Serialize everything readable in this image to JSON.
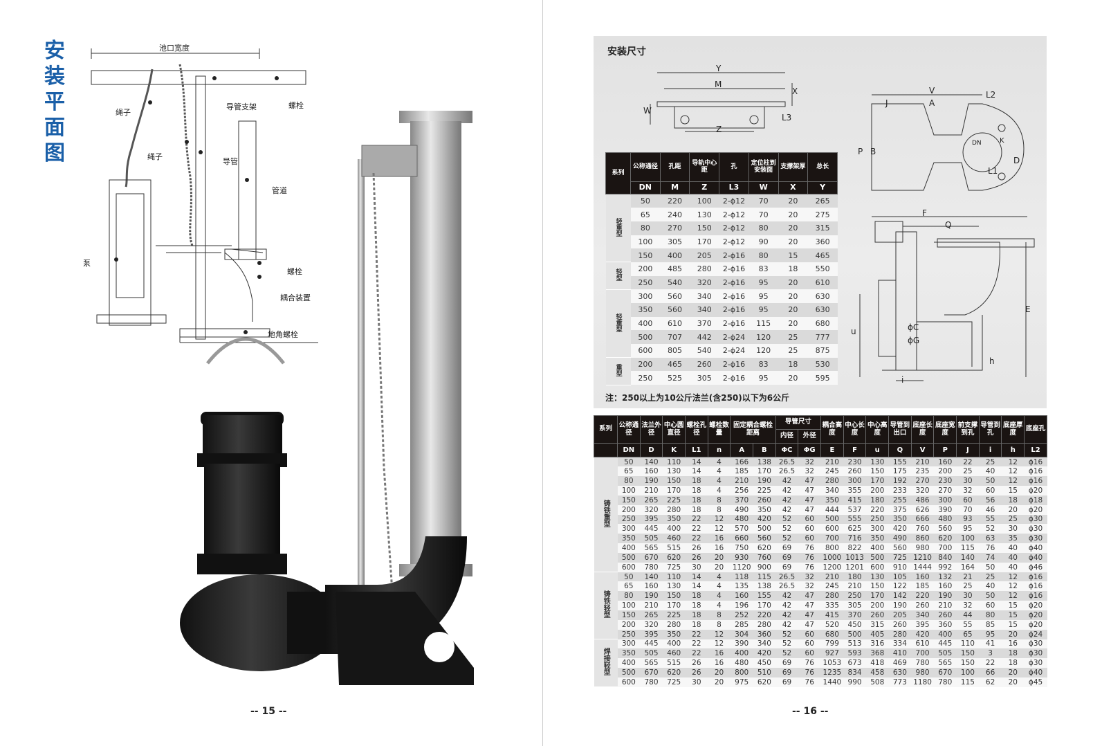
{
  "left_page": {
    "title": "安装平面图",
    "labels": {
      "pool_width": "池口宽度",
      "rope1": "绳子",
      "rope2": "绳子",
      "guide_bracket": "导管支架",
      "bolt_top": "螺栓",
      "guide_pipe": "导管",
      "pipeline": "管道",
      "pump": "泵",
      "bolt_mid": "螺栓",
      "coupling": "耦合装置",
      "anchor_bolt": "地角螺栓"
    },
    "page_number": "-- 15 --"
  },
  "right_page": {
    "panel_title": "安装尺寸",
    "dim_labels": {
      "Y": "Y",
      "M": "M",
      "X": "X",
      "W": "W",
      "Z": "Z",
      "L3": "L3",
      "V": "V",
      "J": "J",
      "A": "A",
      "L2": "L2",
      "P": "P",
      "B": "B",
      "DN": "DN",
      "K": "K",
      "D": "D",
      "L1": "L1",
      "F": "F",
      "Q": "Q",
      "E": "E",
      "u": "u",
      "C": "ϕC",
      "G": "ϕG",
      "h": "h",
      "i": "i"
    },
    "note": "注：250以上为10公斤法兰(含250)以下为6公斤",
    "page_number": "-- 16 --"
  },
  "table1": {
    "headers": [
      "系列",
      "公称通径",
      "孔距",
      "导轨中心距",
      "孔",
      "定位柱到安装面",
      "支撑架厚",
      "总长"
    ],
    "codes": [
      "DN",
      "M",
      "Z",
      "L3",
      "W",
      "X",
      "Y"
    ],
    "groups": [
      {
        "name": "轻重型",
        "rows": 5
      },
      {
        "name": "轻型",
        "rows": 2
      },
      {
        "name": "轻重型",
        "rows": 5
      },
      {
        "name": "重型",
        "rows": 2
      }
    ],
    "rows": [
      [
        "50",
        "220",
        "100",
        "2-ϕ12",
        "70",
        "20",
        "265"
      ],
      [
        "65",
        "240",
        "130",
        "2-ϕ12",
        "70",
        "20",
        "275"
      ],
      [
        "80",
        "270",
        "150",
        "2-ϕ12",
        "80",
        "20",
        "315"
      ],
      [
        "100",
        "305",
        "170",
        "2-ϕ12",
        "90",
        "20",
        "360"
      ],
      [
        "150",
        "400",
        "205",
        "2-ϕ16",
        "80",
        "15",
        "465"
      ],
      [
        "200",
        "485",
        "280",
        "2-ϕ16",
        "83",
        "18",
        "550"
      ],
      [
        "250",
        "540",
        "320",
        "2-ϕ16",
        "95",
        "20",
        "610"
      ],
      [
        "300",
        "560",
        "340",
        "2-ϕ16",
        "95",
        "20",
        "630"
      ],
      [
        "350",
        "560",
        "340",
        "2-ϕ16",
        "95",
        "20",
        "630"
      ],
      [
        "400",
        "610",
        "370",
        "2-ϕ16",
        "115",
        "20",
        "680"
      ],
      [
        "500",
        "707",
        "442",
        "2-ϕ24",
        "120",
        "25",
        "777"
      ],
      [
        "600",
        "805",
        "540",
        "2-ϕ24",
        "120",
        "25",
        "875"
      ],
      [
        "200",
        "465",
        "260",
        "2-ϕ16",
        "83",
        "18",
        "530"
      ],
      [
        "250",
        "525",
        "305",
        "2-ϕ16",
        "95",
        "20",
        "595"
      ]
    ]
  },
  "table2": {
    "series_header": "系列",
    "headers": [
      "公称通径",
      "法兰外径",
      "中心圆直径",
      "螺栓孔径",
      "螺栓数量",
      "固定耦合螺栓距离",
      "导管尺寸",
      "耦合高度",
      "中心长度",
      "中心高度",
      "导管到出口",
      "底座长度",
      "底座宽度",
      "前支撑到孔",
      "导管到孔",
      "底座厚度",
      "底座孔"
    ],
    "subheaders": [
      "内径",
      "外径"
    ],
    "codes": [
      "DN",
      "D",
      "K",
      "L1",
      "n",
      "A",
      "B",
      "ΦC",
      "ΦG",
      "E",
      "F",
      "u",
      "Q",
      "V",
      "P",
      "J",
      "i",
      "h",
      "L2"
    ],
    "groups": [
      {
        "name": "铸铁重型",
        "rows": 12
      },
      {
        "name": "铸铁轻型",
        "rows": 7
      },
      {
        "name": "焊接轻型",
        "rows": 5
      }
    ],
    "rows": [
      [
        "50",
        "140",
        "110",
        "14",
        "4",
        "166",
        "138",
        "26.5",
        "32",
        "210",
        "230",
        "130",
        "155",
        "210",
        "160",
        "22",
        "25",
        "12",
        "ϕ16"
      ],
      [
        "65",
        "160",
        "130",
        "14",
        "4",
        "185",
        "170",
        "26.5",
        "32",
        "245",
        "260",
        "150",
        "175",
        "235",
        "200",
        "25",
        "40",
        "12",
        "ϕ16"
      ],
      [
        "80",
        "190",
        "150",
        "18",
        "4",
        "210",
        "190",
        "42",
        "47",
        "280",
        "300",
        "170",
        "192",
        "270",
        "230",
        "30",
        "50",
        "12",
        "ϕ16"
      ],
      [
        "100",
        "210",
        "170",
        "18",
        "4",
        "256",
        "225",
        "42",
        "47",
        "340",
        "355",
        "200",
        "233",
        "320",
        "270",
        "32",
        "60",
        "15",
        "ϕ20"
      ],
      [
        "150",
        "265",
        "225",
        "18",
        "8",
        "370",
        "260",
        "42",
        "47",
        "350",
        "415",
        "180",
        "255",
        "486",
        "300",
        "60",
        "56",
        "18",
        "ϕ18"
      ],
      [
        "200",
        "320",
        "280",
        "18",
        "8",
        "490",
        "350",
        "42",
        "47",
        "444",
        "537",
        "220",
        "375",
        "626",
        "390",
        "70",
        "46",
        "20",
        "ϕ20"
      ],
      [
        "250",
        "395",
        "350",
        "22",
        "12",
        "480",
        "420",
        "52",
        "60",
        "500",
        "555",
        "250",
        "350",
        "666",
        "480",
        "93",
        "55",
        "25",
        "ϕ30"
      ],
      [
        "300",
        "445",
        "400",
        "22",
        "12",
        "570",
        "500",
        "52",
        "60",
        "600",
        "625",
        "300",
        "420",
        "760",
        "560",
        "95",
        "52",
        "30",
        "ϕ30"
      ],
      [
        "350",
        "505",
        "460",
        "22",
        "16",
        "660",
        "560",
        "52",
        "60",
        "700",
        "716",
        "350",
        "490",
        "860",
        "620",
        "100",
        "63",
        "35",
        "ϕ30"
      ],
      [
        "400",
        "565",
        "515",
        "26",
        "16",
        "750",
        "620",
        "69",
        "76",
        "800",
        "822",
        "400",
        "560",
        "980",
        "700",
        "115",
        "76",
        "40",
        "ϕ40"
      ],
      [
        "500",
        "670",
        "620",
        "26",
        "20",
        "930",
        "760",
        "69",
        "76",
        "1000",
        "1013",
        "500",
        "725",
        "1210",
        "840",
        "140",
        "74",
        "40",
        "ϕ40"
      ],
      [
        "600",
        "780",
        "725",
        "30",
        "20",
        "1120",
        "900",
        "69",
        "76",
        "1200",
        "1201",
        "600",
        "910",
        "1444",
        "992",
        "164",
        "50",
        "40",
        "ϕ46"
      ],
      [
        "50",
        "140",
        "110",
        "14",
        "4",
        "118",
        "115",
        "26.5",
        "32",
        "210",
        "180",
        "130",
        "105",
        "160",
        "132",
        "21",
        "25",
        "12",
        "ϕ16"
      ],
      [
        "65",
        "160",
        "130",
        "14",
        "4",
        "135",
        "138",
        "26.5",
        "32",
        "245",
        "210",
        "150",
        "122",
        "185",
        "160",
        "25",
        "40",
        "12",
        "ϕ16"
      ],
      [
        "80",
        "190",
        "150",
        "18",
        "4",
        "160",
        "155",
        "42",
        "47",
        "280",
        "250",
        "170",
        "142",
        "220",
        "190",
        "30",
        "50",
        "12",
        "ϕ16"
      ],
      [
        "100",
        "210",
        "170",
        "18",
        "4",
        "196",
        "170",
        "42",
        "47",
        "335",
        "305",
        "200",
        "190",
        "260",
        "210",
        "32",
        "60",
        "15",
        "ϕ20"
      ],
      [
        "150",
        "265",
        "225",
        "18",
        "8",
        "252",
        "220",
        "42",
        "47",
        "415",
        "370",
        "260",
        "205",
        "340",
        "260",
        "44",
        "80",
        "15",
        "ϕ20"
      ],
      [
        "200",
        "320",
        "280",
        "18",
        "8",
        "285",
        "280",
        "42",
        "47",
        "520",
        "450",
        "315",
        "260",
        "395",
        "360",
        "55",
        "85",
        "15",
        "ϕ20"
      ],
      [
        "250",
        "395",
        "350",
        "22",
        "12",
        "304",
        "360",
        "52",
        "60",
        "680",
        "500",
        "405",
        "280",
        "420",
        "400",
        "65",
        "95",
        "20",
        "ϕ24"
      ],
      [
        "300",
        "445",
        "400",
        "22",
        "12",
        "390",
        "340",
        "52",
        "60",
        "799",
        "513",
        "316",
        "334",
        "610",
        "445",
        "110",
        "41",
        "16",
        "ϕ30"
      ],
      [
        "350",
        "505",
        "460",
        "22",
        "16",
        "400",
        "420",
        "52",
        "60",
        "927",
        "593",
        "368",
        "410",
        "700",
        "505",
        "150",
        "3",
        "18",
        "ϕ30"
      ],
      [
        "400",
        "565",
        "515",
        "26",
        "16",
        "480",
        "450",
        "69",
        "76",
        "1053",
        "673",
        "418",
        "469",
        "780",
        "565",
        "150",
        "22",
        "18",
        "ϕ30"
      ],
      [
        "500",
        "670",
        "620",
        "26",
        "20",
        "800",
        "510",
        "69",
        "76",
        "1235",
        "834",
        "458",
        "630",
        "980",
        "670",
        "100",
        "66",
        "20",
        "ϕ40"
      ],
      [
        "600",
        "780",
        "725",
        "30",
        "20",
        "975",
        "620",
        "69",
        "76",
        "1440",
        "990",
        "508",
        "773",
        "1180",
        "780",
        "115",
        "62",
        "20",
        "ϕ45"
      ]
    ]
  }
}
